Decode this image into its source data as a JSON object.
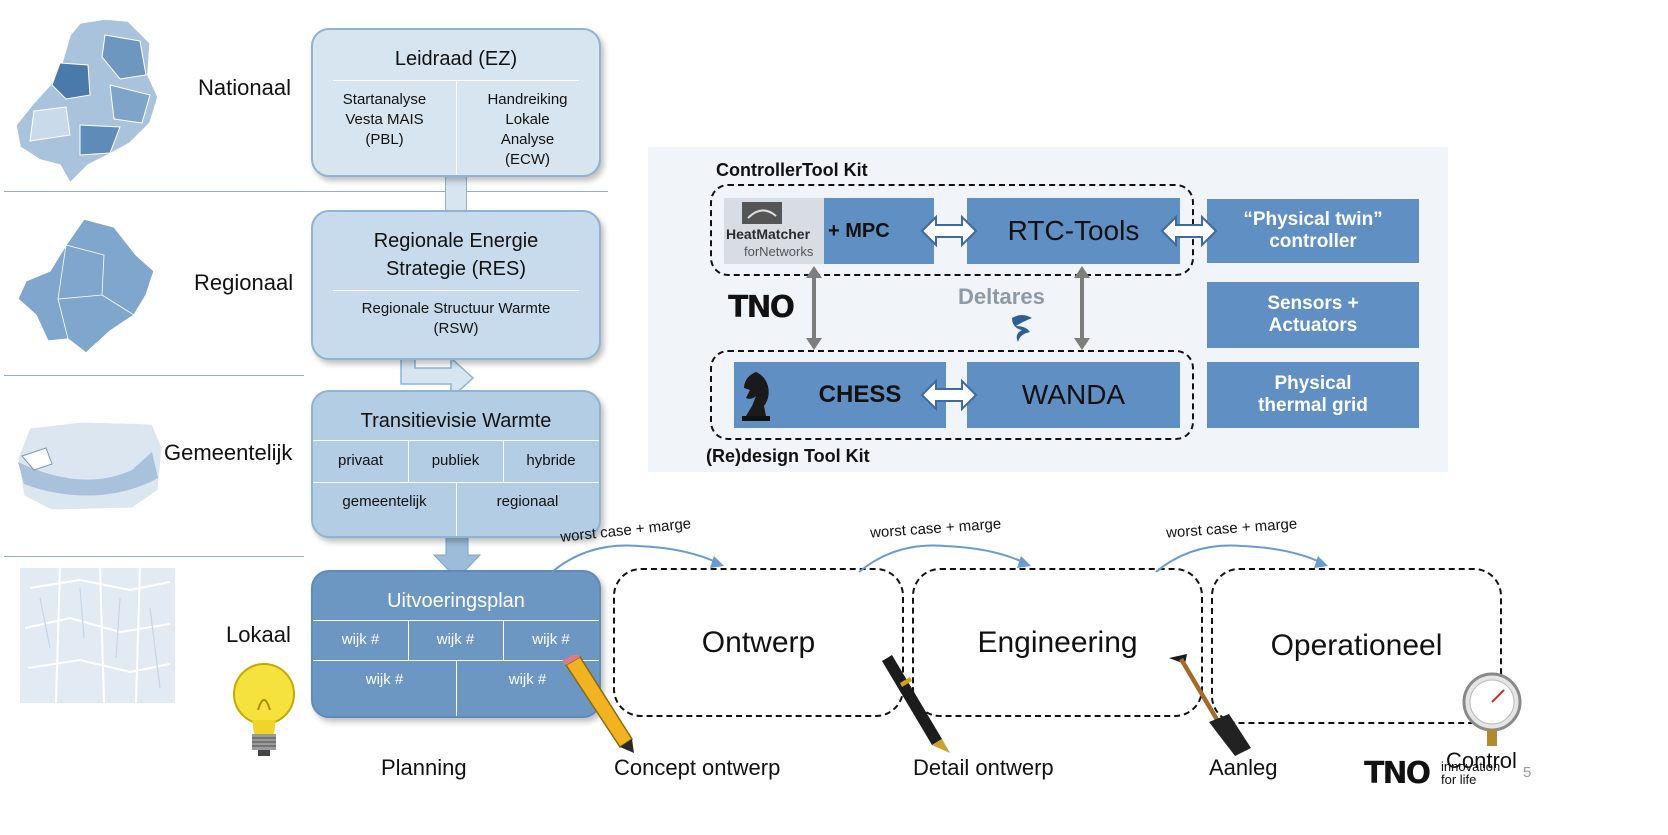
{
  "levels": {
    "nationaal": "Nationaal",
    "regionaal": "Regionaal",
    "gemeentelijk": "Gemeentelijk",
    "lokaal": "Lokaal"
  },
  "leidraad": {
    "title": "Leidraad (EZ)",
    "left": [
      "Startanalyse",
      "Vesta MAIS",
      "(PBL)"
    ],
    "right": [
      "Handreiking",
      "Lokale",
      "Analyse",
      "(ECW)"
    ]
  },
  "res": {
    "title_line1": "Regionale Energie",
    "title_line2": "Strategie (RES)",
    "sub_line1": "Regionale Structuur Warmte",
    "sub_line2": "(RSW)"
  },
  "tvw": {
    "title": "Transitievisie Warmte",
    "row1": [
      "privaat",
      "publiek",
      "hybride"
    ],
    "row2": [
      "gemeentelijk",
      "regionaal"
    ]
  },
  "uitvoering": {
    "title": "Uitvoeringsplan",
    "row1": [
      "wijk #",
      "wijk #",
      "wijk #"
    ],
    "row2": [
      "wijk #",
      "wijk #"
    ]
  },
  "toolkit": {
    "controller_label": "ControllerTool Kit",
    "redesign_label": "(Re)design Tool Kit",
    "heatmatcher_logo": "HeatMatcher",
    "heatmatcher_sub": "forNetworks",
    "mpc": "+ MPC",
    "rtc": "RTC-Tools",
    "chess": "CHESS",
    "wanda": "WANDA",
    "tno_logo": "TNO",
    "deltares_logo": "Deltares",
    "side": [
      [
        "“Physical twin”",
        "controller"
      ],
      [
        "Sensors +",
        "Actuators"
      ],
      [
        "Physical",
        "thermal grid"
      ]
    ]
  },
  "arcs": [
    "worst case + marge",
    "worst case + marge",
    "worst case + marge"
  ],
  "phases": [
    "Ontwerp",
    "Engineering",
    "Operationeel"
  ],
  "bottom_labels": [
    "Planning",
    "Concept ontwerp",
    "Detail ontwerp",
    "Aanleg",
    "Control"
  ],
  "footer": {
    "logo": "TNO",
    "tagline_line1": "innovation",
    "tagline_line2": "for life",
    "page_number": "5"
  },
  "colors": {
    "light_box": "#d7e5f1",
    "mid_box": "#b9d1e6",
    "dark_box": "#6b97c2",
    "tool_blue": "#5f8fc3",
    "panel_bg": "#f1f5f9"
  }
}
